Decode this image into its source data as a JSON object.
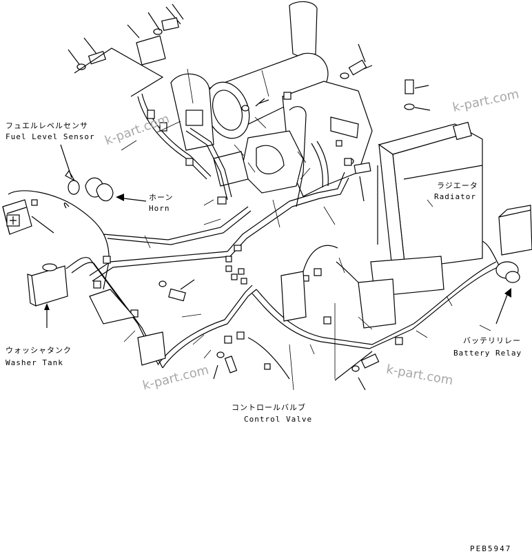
{
  "labels": {
    "fuel_level_sensor_jp": "フュエルレベルセンサ",
    "fuel_level_sensor_en": "Fuel Level Sensor",
    "horn_jp": "ホーン",
    "horn_en": "Horn",
    "radiator_jp": "ラジエータ",
    "radiator_en": "Radiator",
    "washer_tank_jp": "ウォッシャタンク",
    "washer_tank_en": "Washer Tank",
    "battery_relay_jp": "バッテリリレー",
    "battery_relay_en": "Battery Relay",
    "control_valve_jp": "コントロールバルブ",
    "control_valve_en": "Control Valve"
  },
  "watermarks": [
    "k-part.com",
    "k-part.com",
    "k-part.com",
    "k-part.com"
  ],
  "drawing_code": "PEB5947"
}
